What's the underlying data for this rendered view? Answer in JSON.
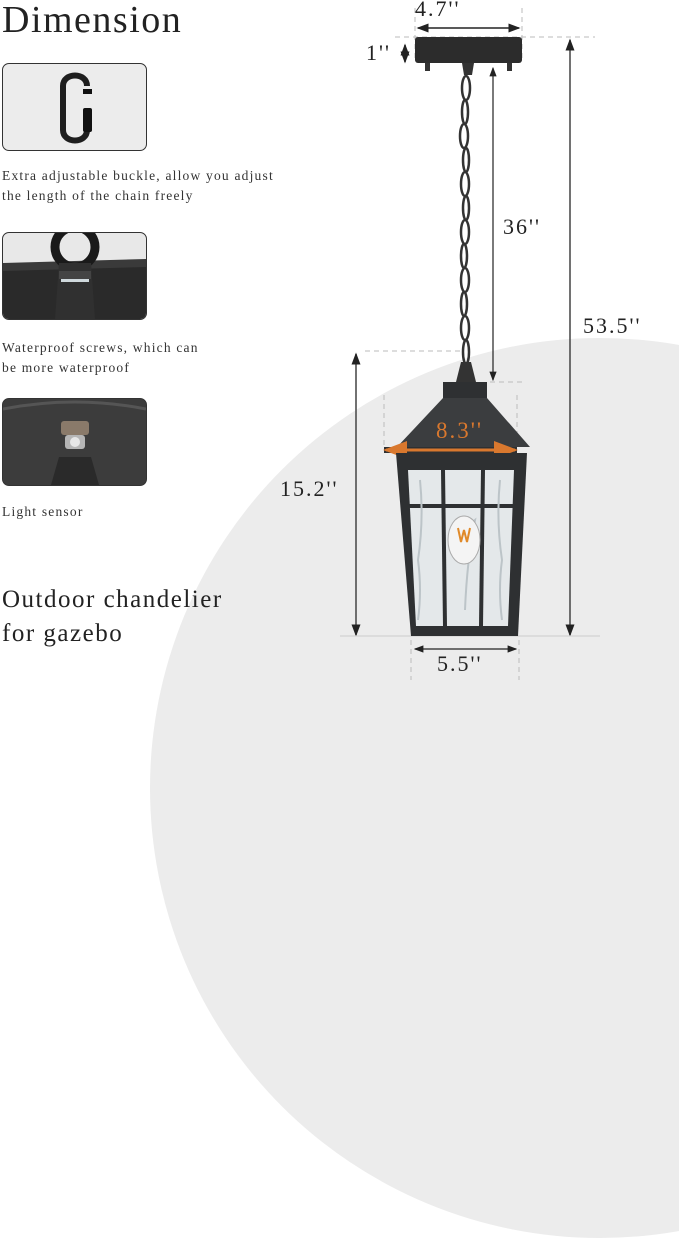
{
  "header": {
    "title": "Dimension"
  },
  "features": [
    {
      "icon": "quick-link-buckle-icon",
      "caption_line1": "Extra adjustable buckle, allow you adjust",
      "caption_line2": "the length of the chain freely"
    },
    {
      "icon": "waterproof-screw-icon",
      "caption_line1": "Waterproof screws, which can",
      "caption_line2": "be more waterproof"
    },
    {
      "icon": "light-sensor-icon",
      "caption_line1": "Light sensor",
      "caption_line2": ""
    }
  ],
  "subtitle": {
    "line1": "Outdoor chandelier",
    "line2": "for gazebo"
  },
  "dimensions": {
    "canopy_width": "4.7''",
    "canopy_height": "1''",
    "chain_length": "36''",
    "total_height": "53.5''",
    "lantern_height": "15.2''",
    "lantern_top_width": "8.3''",
    "lantern_bottom_width": "5.5''"
  },
  "colors": {
    "accent": "#d9782e",
    "fixture": "#2e3032",
    "background_arc": "#ececec"
  }
}
